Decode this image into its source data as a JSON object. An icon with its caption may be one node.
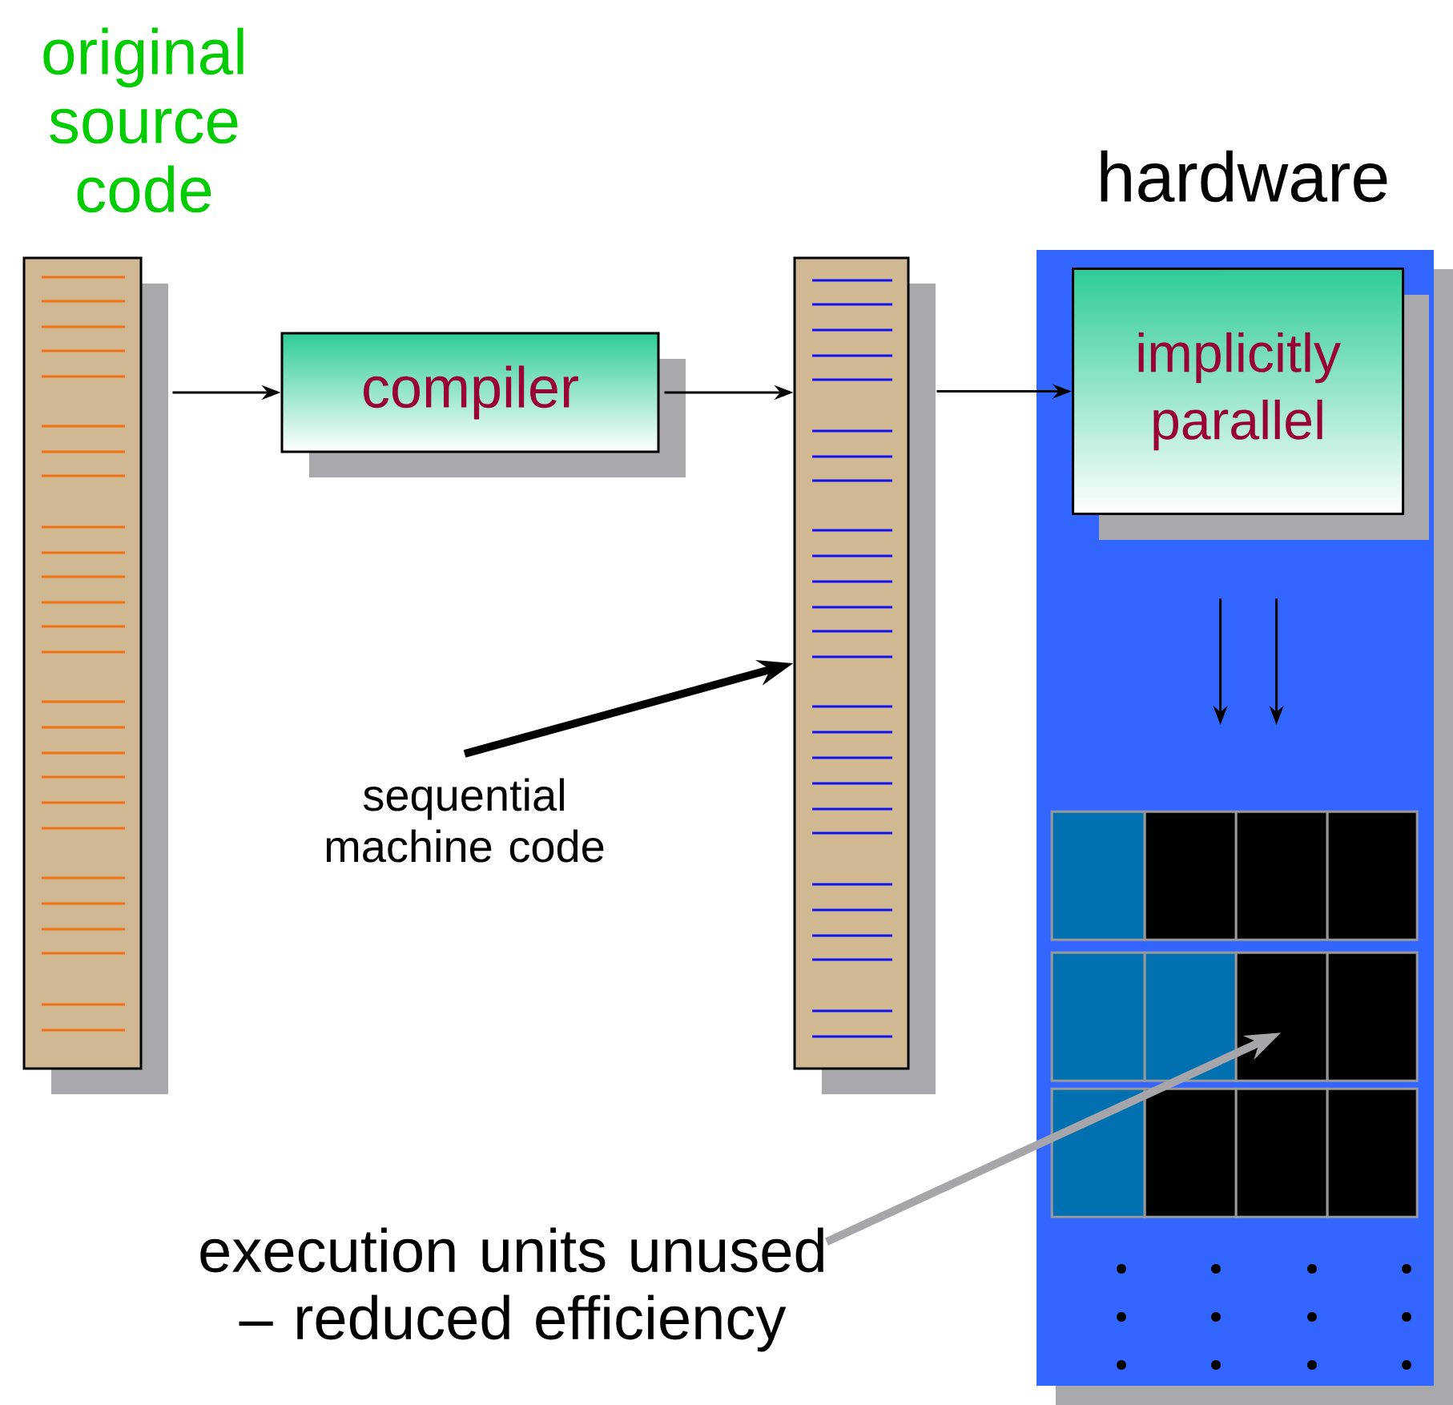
{
  "diagram": {
    "nodes": [
      {
        "text": [
          "original source code"
        ]
      },
      {
        "text": [
          "compiler"
        ]
      },
      {
        "text": [],
        "shape": "bar"
      },
      {
        "text": [
          "hardware"
        ]
      },
      {
        "text": [
          "implicitly parallel"
        ],
        "in": 3
      },
      {
        "text": [
          "sequential machine code"
        ]
      },
      {
        "text": [],
        "shape": "box",
        "in": 3
      },
      {
        "text": [
          "execution units unused – reduced efficiency"
        ]
      }
    ],
    "edges": [
      {
        "from": 0,
        "to": 1,
        "arrow": "to"
      },
      {
        "from": 1,
        "to": 2,
        "arrow": "to"
      },
      {
        "from": 2,
        "to": 4,
        "arrow": "to"
      },
      {
        "from": 5,
        "to": 2,
        "arrow": "to",
        "style": "thick"
      },
      {
        "from": 4,
        "to": 6,
        "arrow": "to"
      },
      {
        "from": 4,
        "to": 6,
        "arrow": "to"
      },
      {
        "from": 7,
        "to": 6,
        "arrow": "to",
        "style": "thick",
        "color": "#a6a6aa"
      }
    ]
  }
}
